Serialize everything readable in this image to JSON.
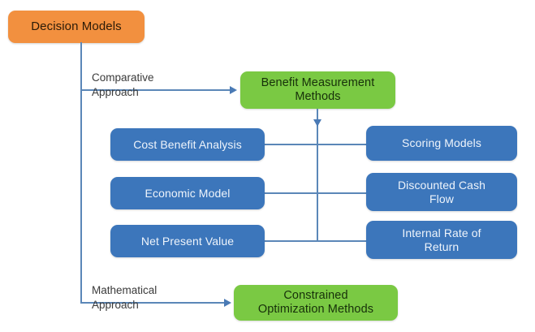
{
  "diagram": {
    "title": "Decision Models",
    "background_color": "#ffffff",
    "colors": {
      "root": "#f2903f",
      "category": "#7ac943",
      "method": "#3c76bb",
      "connector": "#5b87b8",
      "arrow": "#4a7ab5"
    },
    "root_node": {
      "label": "Decision Models"
    },
    "branches": [
      {
        "edge_label": "Comparative\nApproach",
        "target_label": "Benefit Measurement\nMethods"
      },
      {
        "edge_label": "Mathematical\nApproach",
        "target_label": "Constrained\nOptimization Methods"
      }
    ],
    "methods_left": [
      {
        "label": "Cost Benefit Analysis"
      },
      {
        "label": "Economic Model"
      },
      {
        "label": "Net Present Value"
      }
    ],
    "methods_right": [
      {
        "label": "Scoring Models"
      },
      {
        "label": "Discounted Cash\nFlow"
      },
      {
        "label": "Internal Rate of\nReturn"
      }
    ]
  }
}
